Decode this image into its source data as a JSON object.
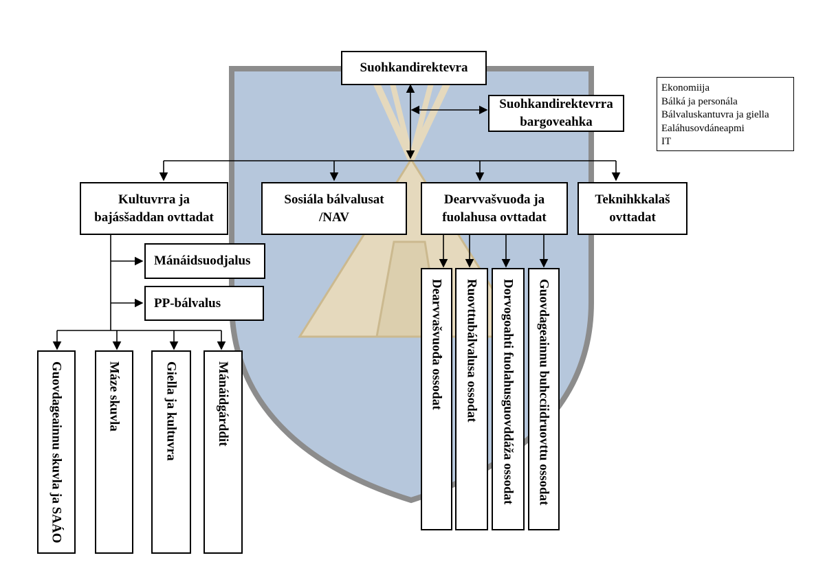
{
  "emblem": {
    "shield_color": "#b6c7dc",
    "border_color": "#8c8c8c",
    "tent_color": "#e5d9bd"
  },
  "top": {
    "director": "Suohkandirektevra",
    "staff": [
      "Suohkandirektevrra",
      "bargoveahka"
    ]
  },
  "staff_units": [
    "Ekonomiija",
    "Bálká ja personála",
    "Bálvaluskantuvra ja giella",
    "Ealáhusovdáneapmi",
    "IT"
  ],
  "departments": {
    "kultuvra": [
      "Kultuvrra ja",
      "bajásšaddan ovttadat"
    ],
    "sosiala": [
      "Sosiála bálvalusat",
      "/NAV"
    ],
    "dearvvasvuoda": [
      "Dearvvašvuođa ja",
      "fuolahusa ovttadat"
    ],
    "teknihkka": [
      "Teknihkkalaš",
      "ovttadat"
    ]
  },
  "kultuvra_units": {
    "manaidsuodjalus": "Mánáidsuodjalus",
    "pp": "PP-bálvalus",
    "skuvla": "Guovdageainnu skuvla ja SAÁO",
    "maze": "Máze skuvla",
    "giella": "Giella ja kultuvra",
    "manaidgarddit": "Mánáidgárddit"
  },
  "dearvvasvuoda_units": {
    "dearvvasvuoda": "Dearvvašvuođa ossodat",
    "ruovttu": "Ruovttubálvalusa ossodat",
    "dorvogoahti": "Dorvogoahti fuolahusguovddáža ossodat",
    "buhcciid": "Guovdageainnu buhcciidruovttu ossodat"
  }
}
